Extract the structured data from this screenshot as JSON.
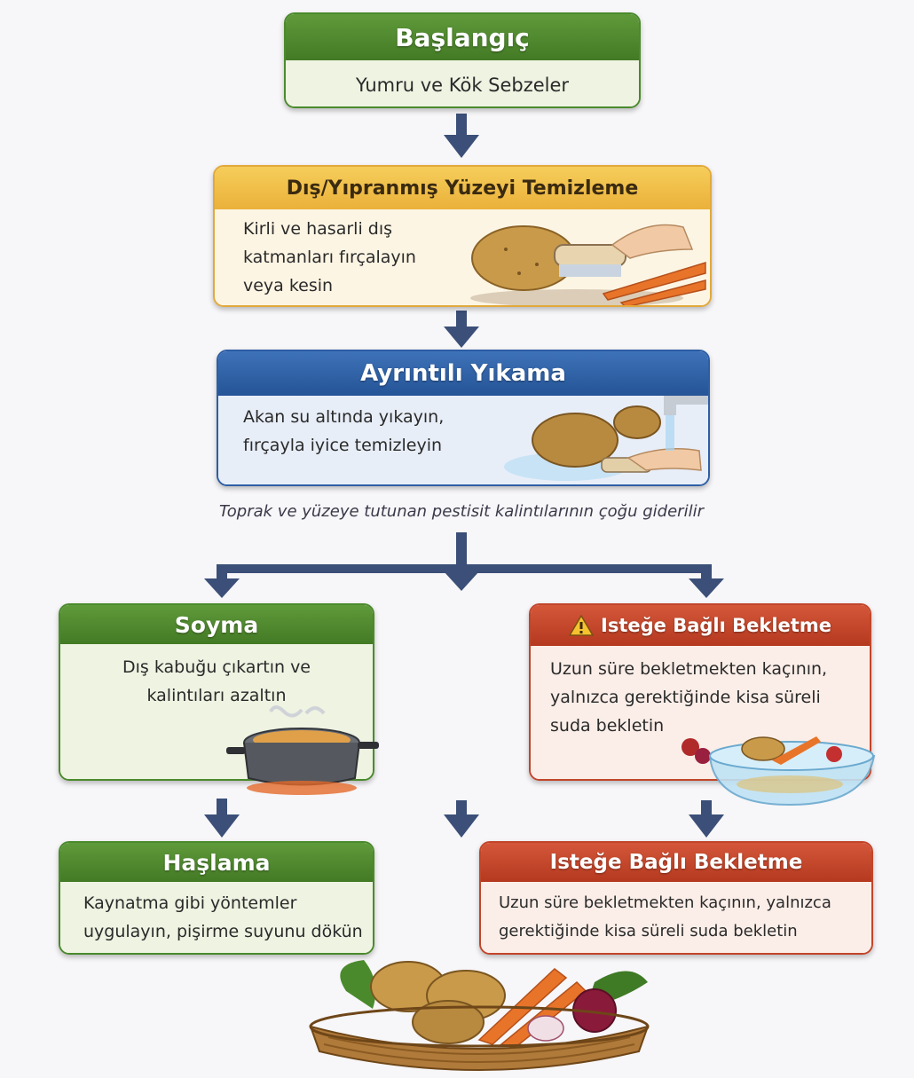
{
  "start": {
    "title": "Başlangıç",
    "subtitle": "Yumru ve Kök Sebzeler"
  },
  "clean": {
    "title": "Dış/Yıpranmış Yüzeyi Temizleme",
    "lines": [
      "Kirli ve hasarli dış",
      "katmanları fırçalayın",
      "veya kesin"
    ]
  },
  "wash": {
    "title": "Ayrıntılı Yıkama",
    "lines": [
      "Akan su altında yıkayın,",
      "fırçayla iyice temizleyin"
    ]
  },
  "note": "Toprak ve yüzeye tutunan pestisit kalintılarının çoğu giderilir",
  "peel": {
    "title": "Soyma",
    "lines": [
      "Dış kabuğu çıkartın ve",
      "kalintıları azaltın"
    ]
  },
  "soak_top": {
    "title": "Isteğe Bağlı Bekletme",
    "lines": [
      "Uzun süre bekletmekten kaçının,",
      "yalnızca gerektiğinde kisa süreli",
      "suda bekletin"
    ]
  },
  "boil": {
    "title": "Haşlama",
    "lines": [
      "Kaynatma gibi yöntemler",
      "uygulayın, pişirme suyunu dökün"
    ]
  },
  "soak_bottom": {
    "title": "Isteğe Bağlı Bekletme",
    "lines": [
      "Uzun süre bekletmekten kaçının, yalnızca",
      "gerektiğinde kisa süreli suda bekletin"
    ]
  },
  "colors": {
    "green": "#4a8a2c",
    "yellow": "#f0bd45",
    "blue": "#2d5ea5",
    "red": "#c2452a",
    "arrow": "#3b4f78"
  },
  "icons": [
    "potato-brush-icon",
    "faucet-wash-icon",
    "cooking-pot-icon",
    "water-bowl-icon",
    "vegetable-basket-icon",
    "warning-icon"
  ]
}
